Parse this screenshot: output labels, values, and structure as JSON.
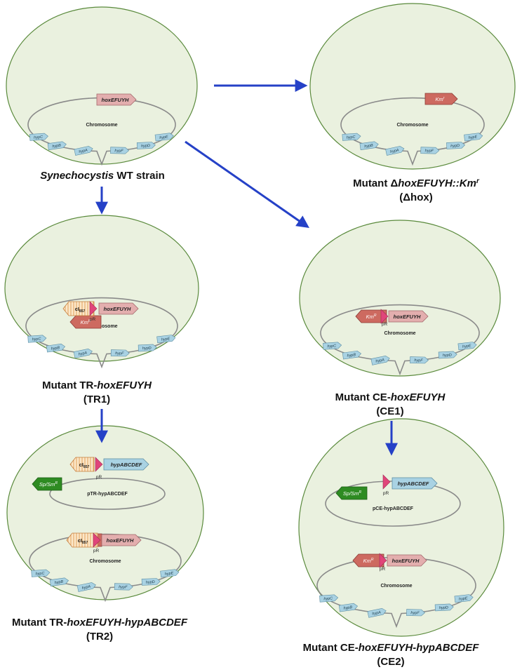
{
  "colors": {
    "cell_fill": "#eaf1df",
    "cell_stroke": "#5a8a3c",
    "hox_gene": "#e3aeae",
    "km_marker": "#cd6a60",
    "sp_marker": "#2e8b22",
    "hyp_gene": "#a9d2e3",
    "promoter": "#e0457a",
    "arrow": "#2541c7"
  },
  "icons": [
    "gene-arrow-shape",
    "promoter-triangle-shape",
    "flow-arrow"
  ],
  "labels": {
    "chromosome": "Chromosome",
    "hox": "hoxEFUYH",
    "km_r": "Km",
    "km_r_sup": "r",
    "km_R": "Km",
    "km_R_sup": "R",
    "sp": "Sp/Sm",
    "sp_sup": "R",
    "ci": "cI",
    "ci_sub": "857",
    "pR": "pR",
    "hypABCDEF": "hypABCDEF",
    "pTR": "pTR-hypABCDEF",
    "pCE": "pCE-hypABCDEF",
    "hyp": [
      "hypC",
      "hypB",
      "hypA",
      "hypF",
      "hypD",
      "hypE"
    ]
  },
  "captions": {
    "wt_italic": "Synechocystis",
    "wt_rest": " WT strain",
    "dhox_pre": "Mutant Δ",
    "dhox_italic": "hoxEFUYH::Km",
    "dhox_sup": "r",
    "dhox_line2": "(Δhox)",
    "tr1_pre": "Mutant TR-",
    "tr1_italic": "hoxEFUYH",
    "tr1_line2": "(TR1)",
    "ce1_pre": "Mutant CE-",
    "ce1_italic": "hoxEFUYH",
    "ce1_line2": "(CE1)",
    "tr2_pre": "Mutant TR-",
    "tr2_italic": "hoxEFUYH-hypABCDEF",
    "tr2_line2": "(TR2)",
    "ce2_pre": "Mutant CE-",
    "ce2_italic": "hoxEFUYH-hypABCDEF",
    "ce2_line2": "(CE2)"
  }
}
